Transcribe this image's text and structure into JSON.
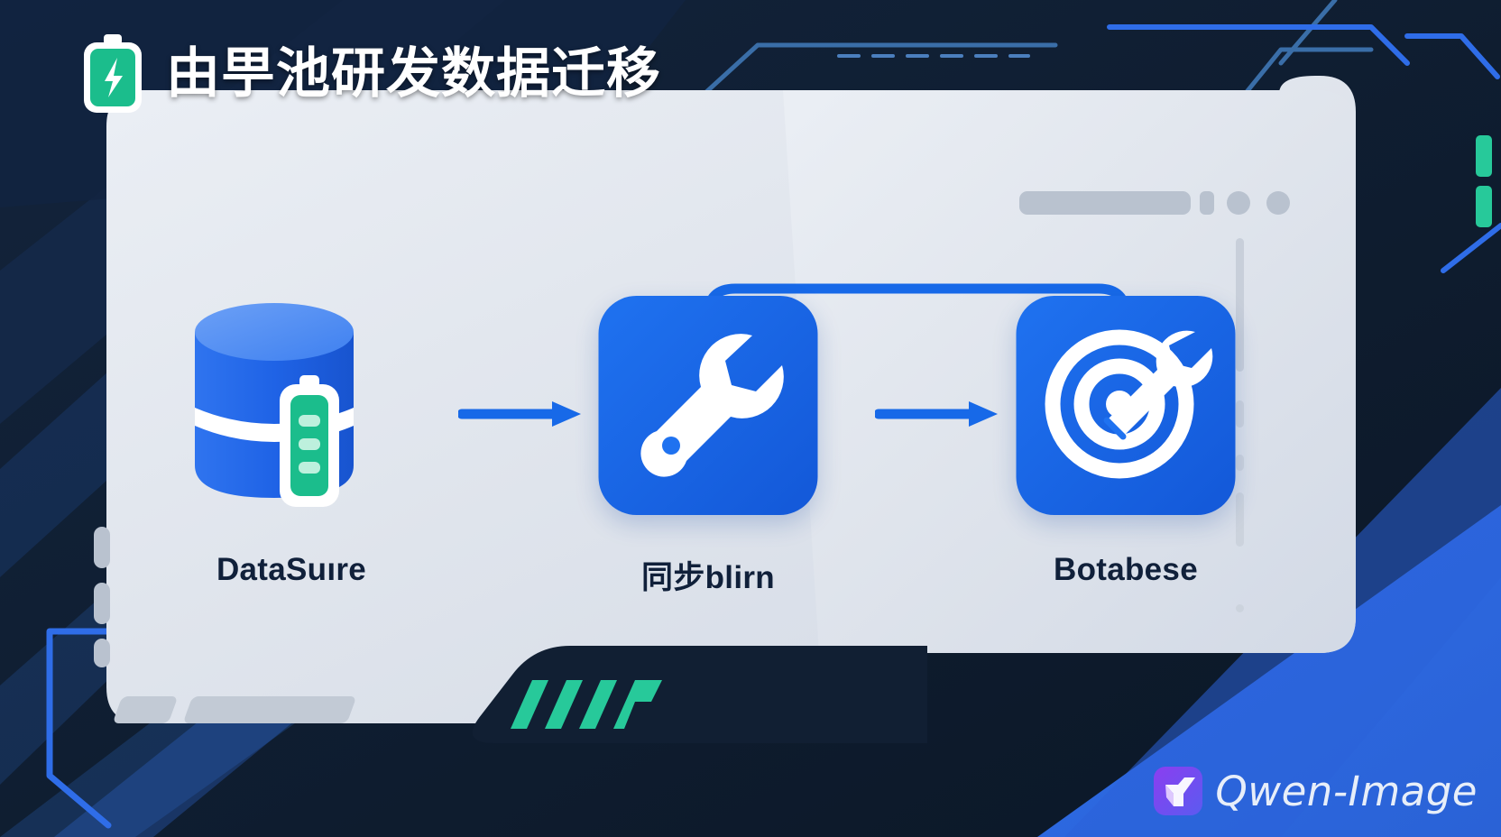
{
  "header": {
    "title": "由甼池研发数据迁移",
    "logo_icon": "battery-bolt-icon"
  },
  "colors": {
    "background_dark": "#0e1b2e",
    "background_blue": "#2f6de8",
    "panel": "#dfe4ec",
    "accent_blue": "#1769e8",
    "accent_teal": "#27c99a",
    "circuit_line": "#3a6ea8",
    "label_text": "#10203a",
    "placeholder_gray": "#b9c2cf"
  },
  "window": {
    "titlebar_placeholders": [
      {
        "name": "address-bar-placeholder"
      },
      {
        "name": "control-placeholder-1"
      },
      {
        "name": "control-placeholder-2"
      },
      {
        "name": "control-placeholder-3"
      }
    ],
    "sidebar_placeholders": [
      {
        "name": "sidebar-placeholder-1"
      },
      {
        "name": "sidebar-placeholder-2"
      },
      {
        "name": "sidebar-placeholder-3"
      }
    ],
    "footer_placeholders": [
      {
        "name": "footer-placeholder-1"
      },
      {
        "name": "footer-placeholder-2"
      }
    ]
  },
  "flow": {
    "nodes": [
      {
        "id": "source",
        "label": "DataSuıre",
        "icon": "database-battery-icon"
      },
      {
        "id": "sync",
        "label": "同步blirn",
        "icon": "wrench-icon"
      },
      {
        "id": "target",
        "label": "Botabese",
        "icon": "target-wrench-icon"
      }
    ],
    "connectors": [
      {
        "name": "arrow-source-to-sync",
        "icon": "arrow-right-icon"
      },
      {
        "name": "arrow-sync-to-target",
        "icon": "arrow-right-icon"
      },
      {
        "name": "pipe-sync-to-target",
        "icon": "elbow-pipe-icon"
      }
    ]
  },
  "decor": {
    "teal_slashes": "slash-marks-icon",
    "circuit_lines": "circuit-trace-lines"
  },
  "watermark": {
    "text": "Qwen-Image",
    "logo_icon": "qwen-logo-icon"
  }
}
